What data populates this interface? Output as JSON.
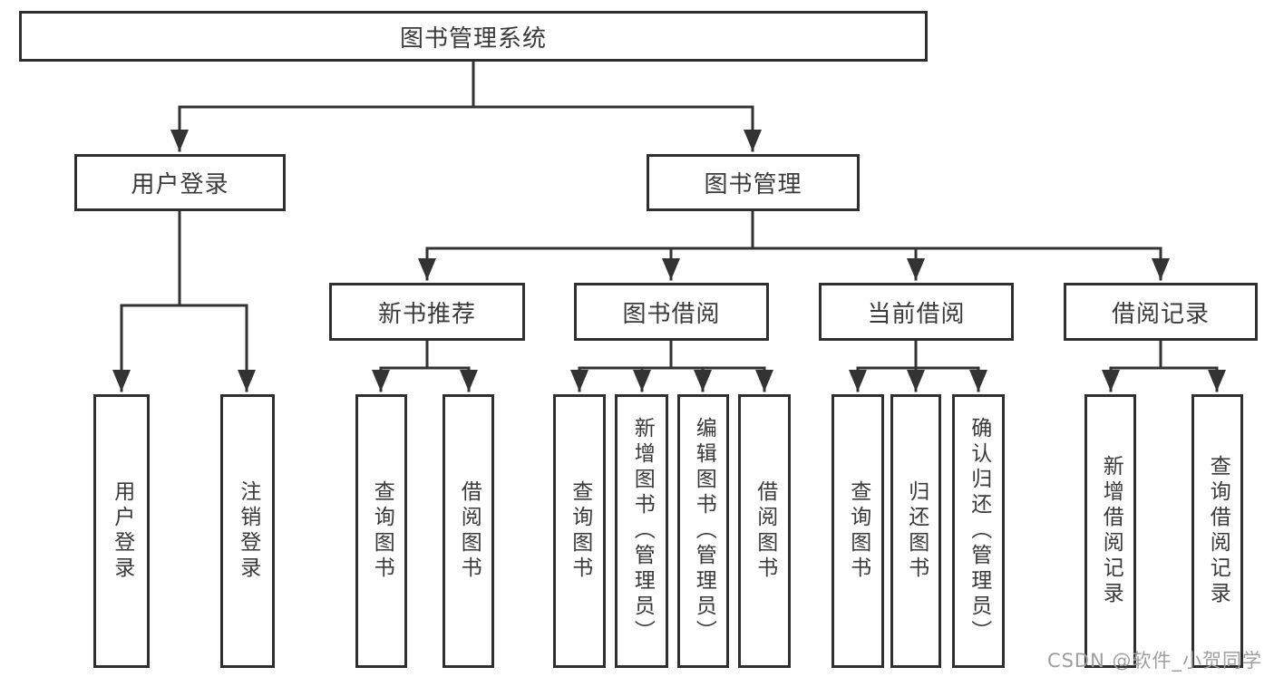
{
  "tree": {
    "label": "图书管理系统",
    "children": [
      {
        "label": "用户登录",
        "children": [
          {
            "label": "用户登录"
          },
          {
            "label": "注销登录"
          }
        ]
      },
      {
        "label": "图书管理",
        "children": [
          {
            "label": "新书推荐",
            "children": [
              {
                "label": "查询图书"
              },
              {
                "label": "借阅图书"
              }
            ]
          },
          {
            "label": "图书借阅",
            "children": [
              {
                "label": "查询图书"
              },
              {
                "label": "新增图书（管理员）"
              },
              {
                "label": "编辑图书（管理员）"
              },
              {
                "label": "借阅图书"
              }
            ]
          },
          {
            "label": "当前借阅",
            "children": [
              {
                "label": "查询图书"
              },
              {
                "label": "归还图书"
              },
              {
                "label": "确认归还（管理员）"
              }
            ]
          },
          {
            "label": "借阅记录",
            "children": [
              {
                "label": "新增借阅记录"
              },
              {
                "label": "查询借阅记录"
              }
            ]
          }
        ]
      }
    ]
  },
  "watermark": {
    "text": "CSDN @软件_小贺同学"
  },
  "colors": {
    "line": "#333333",
    "box-border": "#2f2f2f",
    "box-fill": "#ffffff",
    "text": "#3a3a3a",
    "watermark": "#9e9e9e",
    "bg": "#ffffff"
  }
}
